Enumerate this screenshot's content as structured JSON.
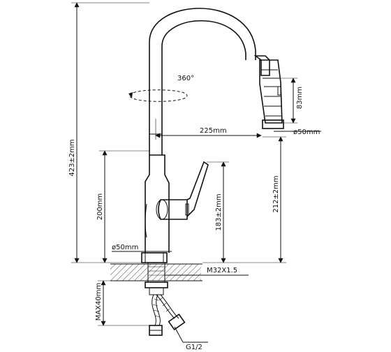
{
  "dimensions": {
    "rotation": "360°",
    "spout_reach": "225mm",
    "spray_head_length": "83mm",
    "spray_head_diameter": "ø50mm",
    "total_height": "423±2mm",
    "body_height": "200mm",
    "handle_height": "183±2mm",
    "spout_outlet_height": "212±2mm",
    "base_diameter": "ø50mm",
    "mount_thread": "M32X1.5",
    "max_counter_thickness": "MAX40mm",
    "hose_thread": "G1/2"
  }
}
